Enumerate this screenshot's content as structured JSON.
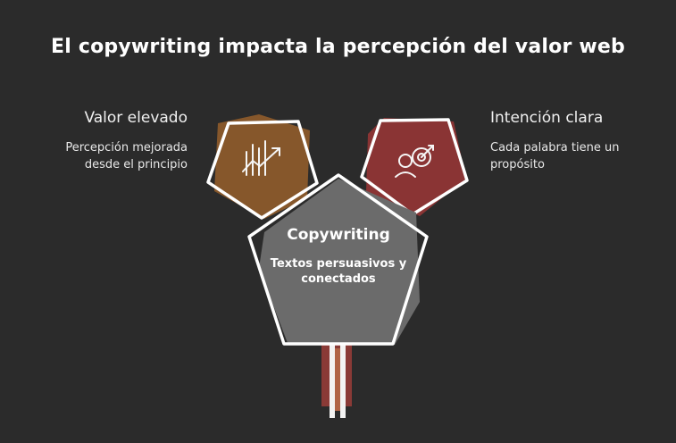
{
  "title": "El copywriting impacta la percepción del valor web",
  "left": {
    "heading": "Valor elevado",
    "text": "Percepción mejorada desde el principio",
    "icon": "chart-growth-icon",
    "color": "#8b5a2b"
  },
  "right": {
    "heading": "Intención clara",
    "text": "Cada palabra tiene un propósito",
    "icon": "target-person-icon",
    "color": "#8f3535"
  },
  "center": {
    "title": "Copywriting",
    "text": "Textos persuasivos y conectados",
    "color": "#6b6b6b"
  },
  "colors": {
    "background": "#2b2b2b",
    "outline": "#ffffff"
  }
}
